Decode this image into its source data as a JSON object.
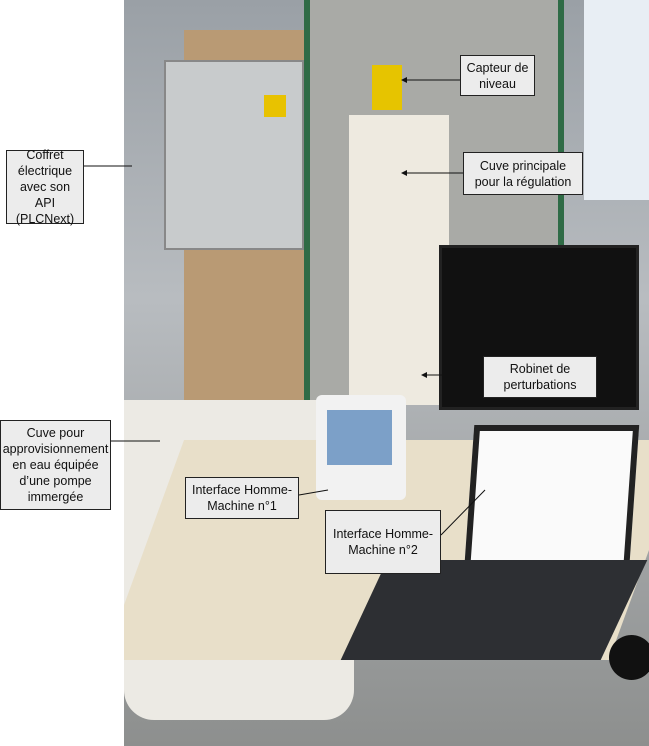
{
  "labels": {
    "level_sensor": "Capteur de niveau",
    "electrical_box": "Coffret électrique avec son API (PLCNext)",
    "main_tank": "Cuve principale pour la régulation",
    "disturbance_valve": "Robinet de perturbations",
    "supply_tank": "Cuve pour approvisionnement en eau équipée d’une pompe immergée",
    "hmi_1": "Interface Homme-Machine n°1",
    "hmi_2": "Interface Homme-Machine n°2"
  }
}
